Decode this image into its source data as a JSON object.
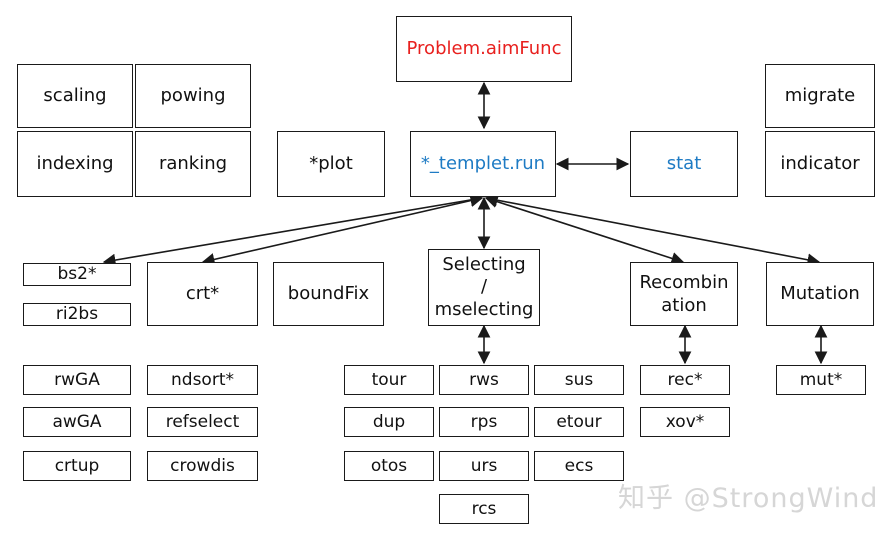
{
  "nodes": {
    "problem_aimfunc": "Problem.aimFunc",
    "templet_run": "*_templet.run",
    "stat": "stat",
    "plot": "*plot",
    "scaling": "scaling",
    "powing": "powing",
    "indexing": "indexing",
    "ranking": "ranking",
    "migrate": "migrate",
    "indicator": "indicator",
    "bs2": "bs2*",
    "ri2bs": "ri2bs",
    "crt": "crt*",
    "boundfix": "boundFix",
    "selecting": "Selecting",
    "selecting_slash": "/",
    "mselecting": "mselecting",
    "recombin": "Recombin",
    "ation": "ation",
    "mutation": "Mutation",
    "rwga": "rwGA",
    "awga": "awGA",
    "crtup": "crtup",
    "ndsort": "ndsort*",
    "refselect": "refselect",
    "crowdis": "crowdis",
    "tour": "tour",
    "rws": "rws",
    "sus": "sus",
    "dup": "dup",
    "rps": "rps",
    "etour": "etour",
    "otos": "otos",
    "urs": "urs",
    "ecs": "ecs",
    "rcs": "rcs",
    "rec": "rec*",
    "xov": "xov*",
    "mut": "mut*"
  },
  "colors": {
    "problem_text": "#e8201e",
    "templet_text": "#1e7bc4",
    "stat_text": "#1e7bc4",
    "line": "#1a1a1a"
  },
  "watermark": "知乎 @StrongWind"
}
